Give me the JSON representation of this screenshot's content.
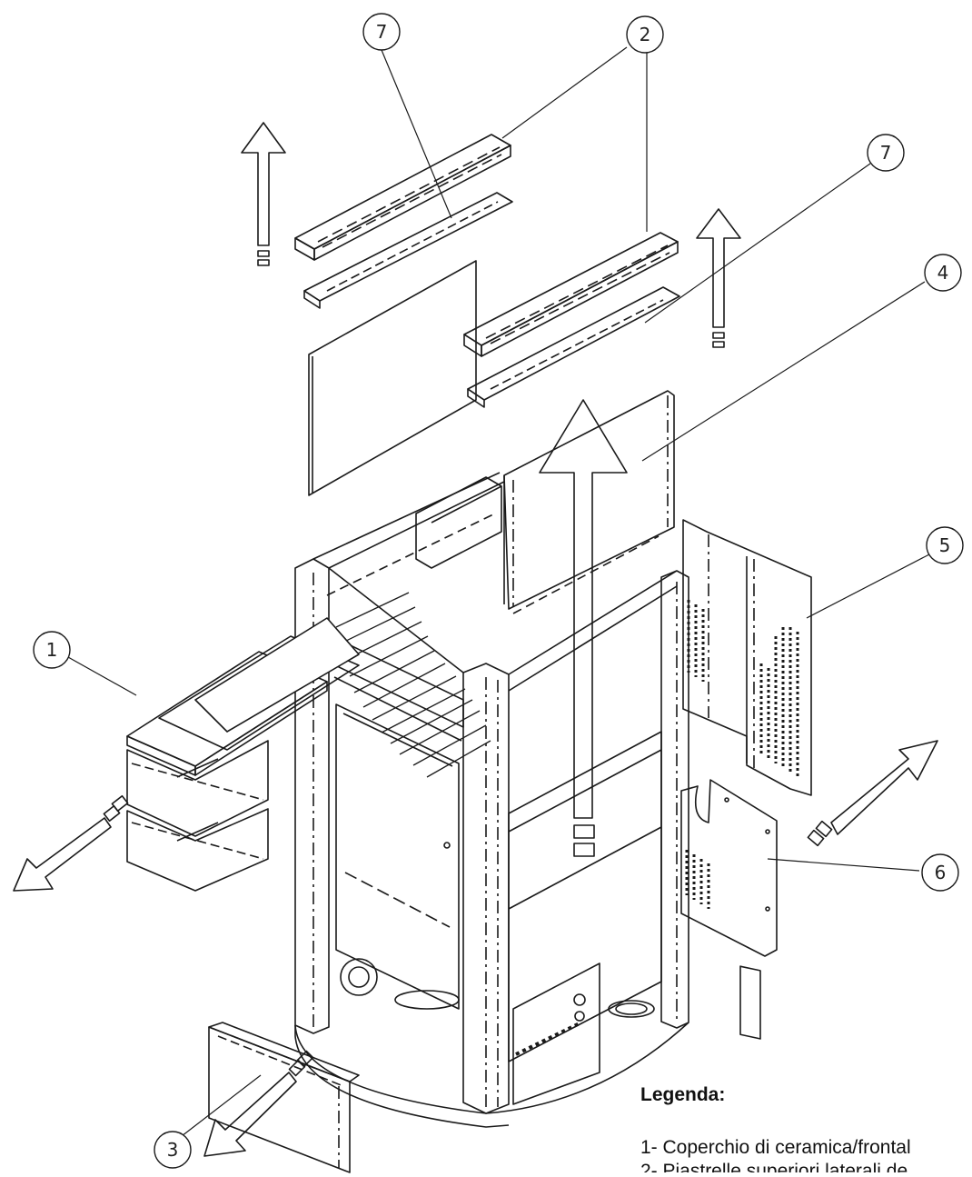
{
  "callouts": [
    {
      "id": "c7a",
      "label": "7"
    },
    {
      "id": "c2",
      "label": "2"
    },
    {
      "id": "c7b",
      "label": "7"
    },
    {
      "id": "c4",
      "label": "4"
    },
    {
      "id": "c5",
      "label": "5"
    },
    {
      "id": "c1",
      "label": "1"
    },
    {
      "id": "c6",
      "label": "6"
    },
    {
      "id": "c3",
      "label": "3"
    }
  ],
  "legend": {
    "title": "Legenda:",
    "items": [
      "1- Coperchio di ceramica/frontal",
      "2- Piastrelle superiori laterali de"
    ]
  },
  "colors": {
    "line": "#1a1a1a",
    "background": "#ffffff"
  }
}
